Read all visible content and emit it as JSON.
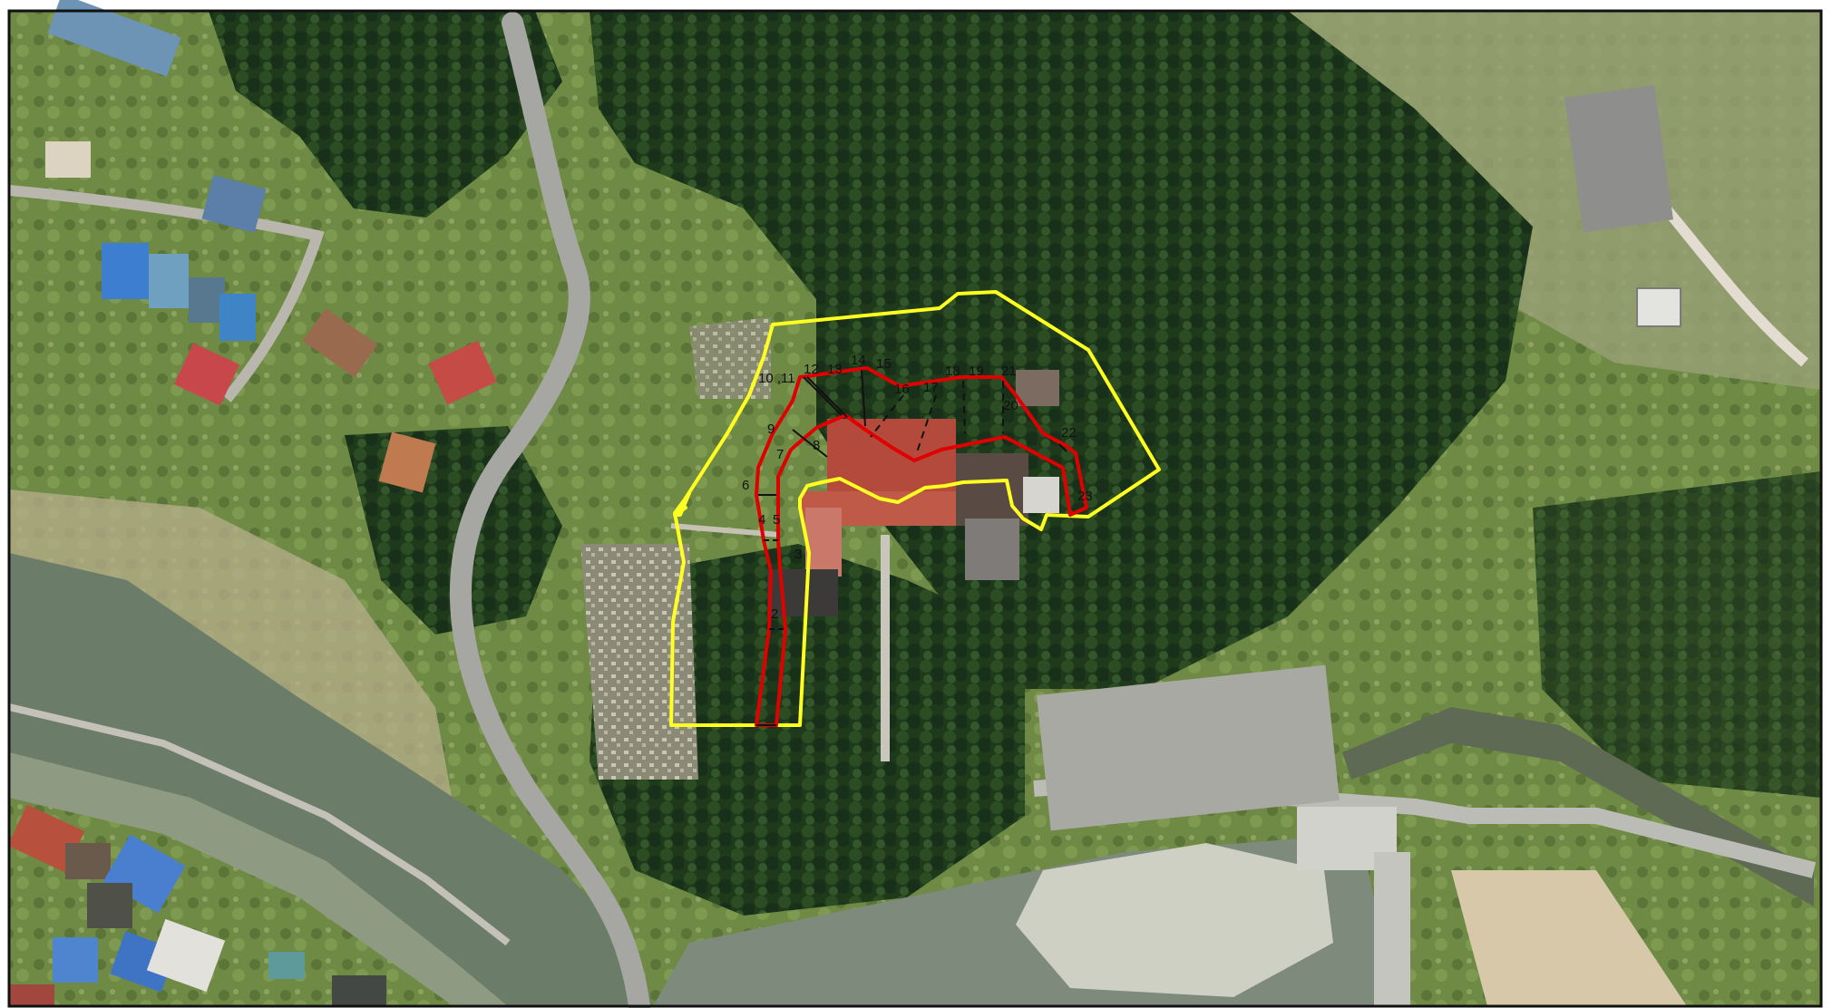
{
  "map": {
    "colors": {
      "outer_boundary": "#ffff22",
      "inner_boundary": "#e00000",
      "section_lines": "#111111",
      "forest": "#1f3a1a",
      "meadow": "#6f8a45",
      "water": "#6b7c68",
      "pond": "#7d8a7c",
      "road": "#a6a6a2"
    },
    "point_labels": [
      {
        "id": "p-10-11",
        "text": "10 ,11"
      },
      {
        "id": "p-12",
        "text": "12"
      },
      {
        "id": "p-13",
        "text": "13"
      },
      {
        "id": "p-14",
        "text": "14"
      },
      {
        "id": "p-15",
        "text": "15"
      },
      {
        "id": "p-16",
        "text": "16"
      },
      {
        "id": "p-17",
        "text": "17"
      },
      {
        "id": "p-18",
        "text": "18"
      },
      {
        "id": "p-19",
        "text": "19"
      },
      {
        "id": "p-21",
        "text": "21"
      },
      {
        "id": "p-20",
        "text": "20"
      },
      {
        "id": "p-22",
        "text": "22"
      },
      {
        "id": "p-23",
        "text": "23"
      },
      {
        "id": "p-9",
        "text": "9"
      },
      {
        "id": "p-8",
        "text": "8"
      },
      {
        "id": "p-7",
        "text": "7"
      },
      {
        "id": "p-6",
        "text": "6"
      },
      {
        "id": "p-4",
        "text": "4"
      },
      {
        "id": "p-5",
        "text": "5"
      },
      {
        "id": "p-3",
        "text": "3"
      },
      {
        "id": "p-2",
        "text": "2"
      }
    ]
  }
}
